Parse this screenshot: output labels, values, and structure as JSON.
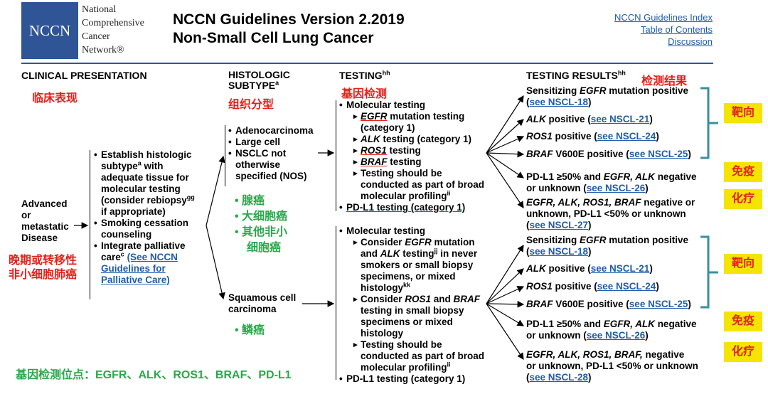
{
  "logo": {
    "abbr": "NCCN",
    "line1": "National",
    "line2": "Comprehensive",
    "line3": "Cancer",
    "line4": "Network®"
  },
  "title": {
    "line1": "NCCN Guidelines Version 2.2019",
    "line2": "Non-Small Cell Lung Cancer"
  },
  "nav": {
    "index": "NCCN Guidelines Index",
    "toc": "Table of Contents",
    "discussion": "Discussion"
  },
  "headers": {
    "clinical": "CLINICAL PRESENTATION",
    "histologic_1": "HISTOLOGIC",
    "histologic_2": "SUBTYPE",
    "histologic_sup": "a",
    "testing": "TESTING",
    "testing_sup": "hh",
    "results": "TESTING RESULTS",
    "results_sup": "hh"
  },
  "annotations": {
    "clinical_cn": "临床表现",
    "histologic_cn": "组织分型",
    "testing_cn": "基因检测",
    "results_cn": "检测结果",
    "advanced_cn_1": "晚期或转移性",
    "advanced_cn_2": "非小细胞肺癌",
    "adeno_cn": "腺癌",
    "large_cn": "大细胞癌",
    "other_cn_1": "其他非小",
    "other_cn_2": "细胞癌",
    "squamous_cn": "鳞癌",
    "footer": "基因检测位点：EGFR、ALK、ROS1、BRAF、PD-L1",
    "target": "靶向",
    "immuno": "免疫",
    "chemo": "化疗"
  },
  "presentation": {
    "line1": "Advanced",
    "line2": "or",
    "line3": "metastatic",
    "line4": "Disease"
  },
  "workup": {
    "item1_a": "Establish histologic",
    "item1_b": "subtype",
    "item1_b_sup": "a",
    "item1_c": " with",
    "item1_d": "adequate tissue for",
    "item1_e": "molecular testing",
    "item1_f": "(consider rebiopsy",
    "item1_f_sup": "gg",
    "item1_g": "if appropriate)",
    "item2_a": "Smoking cessation",
    "item2_b": "counseling",
    "item3_a": "Integrate palliative",
    "item3_b": "care",
    "item3_b_sup": "c",
    "item3_link_1": "(See NCCN",
    "item3_link_2": "Guidelines for",
    "item3_link_3": "Palliative Care)"
  },
  "subtypes": {
    "adeno": "Adenocarcinoma",
    "large": "Large cell",
    "nos_1": "NSCLC not",
    "nos_2": "otherwise",
    "nos_3": "specified (NOS)",
    "squamous_1": "Squamous cell",
    "squamous_2": "carcinoma"
  },
  "testing_top": {
    "mol": "Molecular testing",
    "egfr_gene": "EGFR",
    "egfr_rest": " mutation testing",
    "egfr_cat": "(category 1)",
    "alk_gene": "ALK",
    "alk_rest": " testing (category 1)",
    "ros1_gene": "ROS1",
    "ros1_rest": " testing",
    "braf_gene": "BRAF",
    "braf_rest": " testing",
    "broad_1": "Testing should be",
    "broad_2": "conducted as part of broad",
    "broad_3": "molecular profiling",
    "broad_sup": "ii",
    "pdl1": "PD-L1 testing (category 1)"
  },
  "testing_bottom": {
    "mol": "Molecular testing",
    "c1_1": "Consider ",
    "c1_gene1": "EGFR",
    "c1_2": " mutation",
    "c1_3": "and ",
    "c1_gene2": "ALK",
    "c1_4": " testing",
    "c1_sup": "jj",
    "c1_5": " in never",
    "c1_6": "smokers or small biopsy",
    "c1_7": "specimens, or mixed",
    "c1_8": "histology",
    "c1_sup2": "kk",
    "c2_1": "Consider ",
    "c2_gene1": "ROS1",
    "c2_2": " and ",
    "c2_gene2": "BRAF",
    "c2_3": "testing in small biopsy",
    "c2_4": "specimens or mixed",
    "c2_5": "histology",
    "broad_1": "Testing should be",
    "broad_2": "conducted as part of broad",
    "broad_3": "molecular profiling",
    "broad_sup": "ii",
    "pdl1": "PD-L1 testing (category 1)"
  },
  "results_top": {
    "r1_a": "Sensitizing ",
    "r1_gene": "EGFR",
    "r1_b": " mutation positive",
    "r1_link": "see NSCL-18",
    "r2_gene": "ALK",
    "r2_b": " positive (",
    "r2_link": "see NSCL-21",
    "r3_gene": "ROS1",
    "r3_b": " positive (",
    "r3_link": "see NSCL-24",
    "r4_gene": "BRAF",
    "r4_b": " V600E positive (",
    "r4_link": "see NSCL-25",
    "r5_a": "PD-L1 ≥50% and ",
    "r5_gene": "EGFR, ALK",
    "r5_b": " negative",
    "r5_c": "or unknown (",
    "r5_link": "see NSCL-26",
    "r6_gene": "EGFR, ALK, ROS1, BRAF",
    "r6_b": " negative or",
    "r6_c": "unknown, PD-L1 <50% or unknown",
    "r6_link": "see NSCL-27"
  },
  "results_bottom": {
    "r1_a": "Sensitizing ",
    "r1_gene": "EGFR",
    "r1_b": " mutation positive",
    "r1_link": "see NSCL-18",
    "r2_gene": "ALK",
    "r2_b": " positive (",
    "r2_link": "see NSCL-21",
    "r3_gene": "ROS1",
    "r3_b": " positive (",
    "r3_link": "see NSCL-24",
    "r4_gene": "BRAF",
    "r4_b": " V600E positive (",
    "r4_link": "see NSCL-25",
    "r5_a": "PD-L1 ≥50% and ",
    "r5_gene": "EGFR, ALK",
    "r5_b": " negative",
    "r5_c": "or unknown (",
    "r5_link": "see NSCL-26",
    "r6_gene": "EGFR, ALK, ROS1, BRAF,",
    "r6_b": " negative",
    "r6_c": "or unknown, PD-L1 <50% or unknown",
    "r6_link": "see NSCL-28"
  },
  "colors": {
    "nccn_blue": "#2f5597",
    "link_blue": "#1f5ca8",
    "annotation_red": "#e5201a",
    "annotation_green": "#2aa84a",
    "badge_yellow": "#f4e400",
    "bracket_teal": "#3a8fa0"
  }
}
